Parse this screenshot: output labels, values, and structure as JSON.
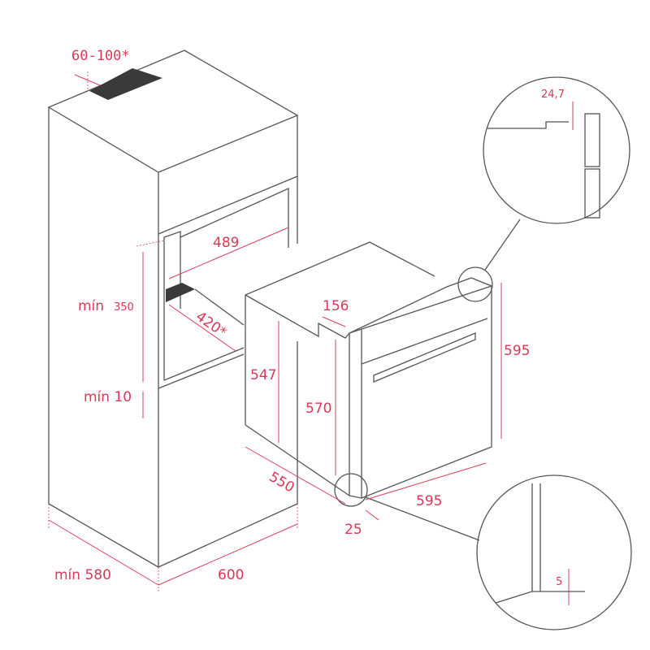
{
  "labels": {
    "vent_gap": "60-100*",
    "niche_width": "489",
    "niche_depth": "420*",
    "min_height_prefix": "mín",
    "min_height_value": "350",
    "min_gap": "mín 10",
    "side_height": "547",
    "front_height": "570",
    "panel_depth": "156",
    "total_height": "595",
    "depth": "550",
    "width": "595",
    "door_offset": "25",
    "detail_top": "24,7",
    "detail_bottom": "5",
    "cabinet_depth": "mín 580",
    "cabinet_width": "600"
  },
  "colors": {
    "dimension": "#d63a55",
    "line": "#555555"
  }
}
